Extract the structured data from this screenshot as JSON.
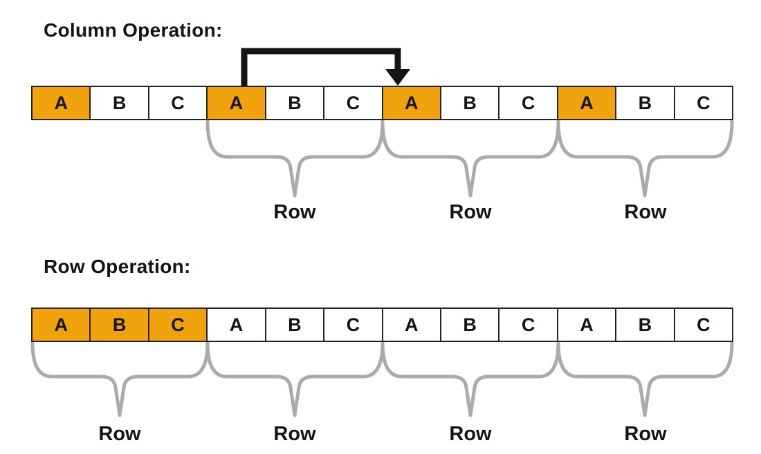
{
  "colors": {
    "orange": "#F0A30D",
    "cell_bg": "#FFFFFF",
    "border": "#222222",
    "brace": "#ABABAB",
    "arrow": "#141414",
    "text": "#141414"
  },
  "column_section": {
    "title": "Column Operation:",
    "cells": [
      {
        "label": "A",
        "highlight": true
      },
      {
        "label": "B",
        "highlight": false
      },
      {
        "label": "C",
        "highlight": false
      },
      {
        "label": "A",
        "highlight": true
      },
      {
        "label": "B",
        "highlight": false
      },
      {
        "label": "C",
        "highlight": false
      },
      {
        "label": "A",
        "highlight": true
      },
      {
        "label": "B",
        "highlight": false
      },
      {
        "label": "C",
        "highlight": false
      },
      {
        "label": "A",
        "highlight": true
      },
      {
        "label": "B",
        "highlight": false
      },
      {
        "label": "C",
        "highlight": false
      }
    ],
    "row_labels": [
      "Row",
      "Row",
      "Row"
    ]
  },
  "row_section": {
    "title": "Row Operation:",
    "cells": [
      {
        "label": "A",
        "highlight": true
      },
      {
        "label": "B",
        "highlight": true
      },
      {
        "label": "C",
        "highlight": true
      },
      {
        "label": "A",
        "highlight": false
      },
      {
        "label": "B",
        "highlight": false
      },
      {
        "label": "C",
        "highlight": false
      },
      {
        "label": "A",
        "highlight": false
      },
      {
        "label": "B",
        "highlight": false
      },
      {
        "label": "C",
        "highlight": false
      },
      {
        "label": "A",
        "highlight": false
      },
      {
        "label": "B",
        "highlight": false
      },
      {
        "label": "C",
        "highlight": false
      }
    ],
    "row_labels": [
      "Row",
      "Row",
      "Row",
      "Row"
    ]
  }
}
